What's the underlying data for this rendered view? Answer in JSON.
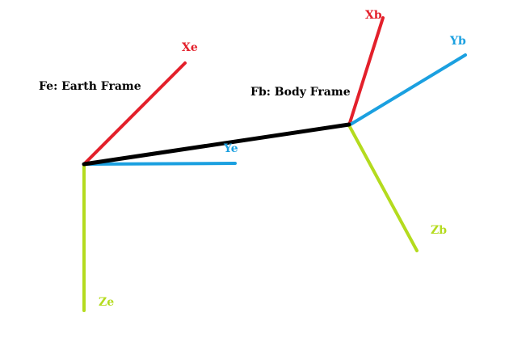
{
  "colors": {
    "x_axis": "#e3202b",
    "y_axis": "#1ba0e0",
    "z_axis": "#b4db1e",
    "link": "#000000",
    "background": "#ffffff"
  },
  "earth_frame": {
    "title": "Fe: Earth Frame",
    "x_label": "Xe",
    "y_label": "Ye",
    "z_label": "Ze"
  },
  "body_frame": {
    "title": "Fb: Body Frame",
    "x_label": "Xb",
    "y_label": "Yb",
    "z_label": "Zb"
  }
}
